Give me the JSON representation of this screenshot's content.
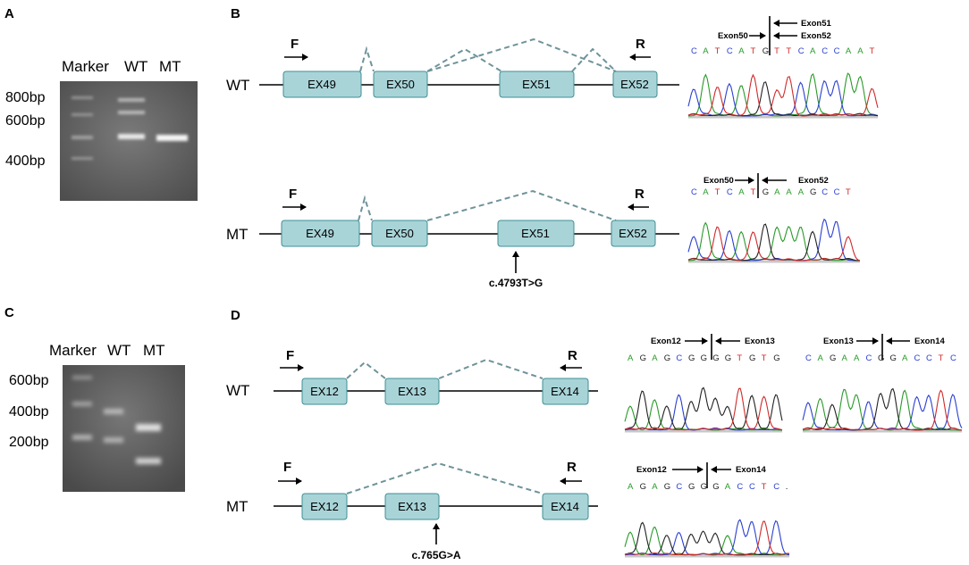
{
  "panels": [
    "A",
    "B",
    "C",
    "D"
  ],
  "gel_a": {
    "lanes": [
      "Marker",
      "WT",
      "MT"
    ],
    "markers": [
      "800bp",
      "600bp",
      "400bp"
    ]
  },
  "gel_c": {
    "lanes": [
      "Marker",
      "WT",
      "MT"
    ],
    "markers": [
      "600bp",
      "400bp",
      "200bp"
    ]
  },
  "diagram_b": {
    "rows": [
      "WT",
      "MT"
    ],
    "primer_forward": "F",
    "primer_reverse": "R",
    "exons": [
      "EX49",
      "EX50",
      "EX51",
      "EX52"
    ],
    "mutation": "c.4793T>G"
  },
  "diagram_d": {
    "rows": [
      "WT",
      "MT"
    ],
    "primer_forward": "F",
    "primer_reverse": "R",
    "exons": [
      "EX12",
      "EX13",
      "EX14"
    ],
    "mutation": "c.765G>A"
  },
  "chromatograms": {
    "b_wt": {
      "tags": [
        "Exon50",
        "Exon51",
        "Exon52"
      ],
      "seq": "CATCATGTTCACCAAT"
    },
    "b_mt": {
      "tags": [
        "Exon50",
        "Exon52"
      ],
      "seq": "CATCATGAAAGCCT"
    },
    "d_wt1": {
      "tags": [
        "Exon12",
        "Exon13"
      ],
      "seq": "AGAGCGGGGTGTG"
    },
    "d_wt2": {
      "tags": [
        "Exon13",
        "Exon14"
      ],
      "seq": "CAGAACGGACCTC"
    },
    "d_mt": {
      "tags": [
        "Exon12",
        "Exon14"
      ],
      "seq": "AGAGCGGGACCTC."
    }
  },
  "colors": {
    "exon_fill": "#a8d4d8",
    "splice_dash": "#6f939a",
    "base_A": "#2a9a2a",
    "base_C": "#2a3fd0",
    "base_G": "#222222",
    "base_T": "#d02a2a"
  }
}
